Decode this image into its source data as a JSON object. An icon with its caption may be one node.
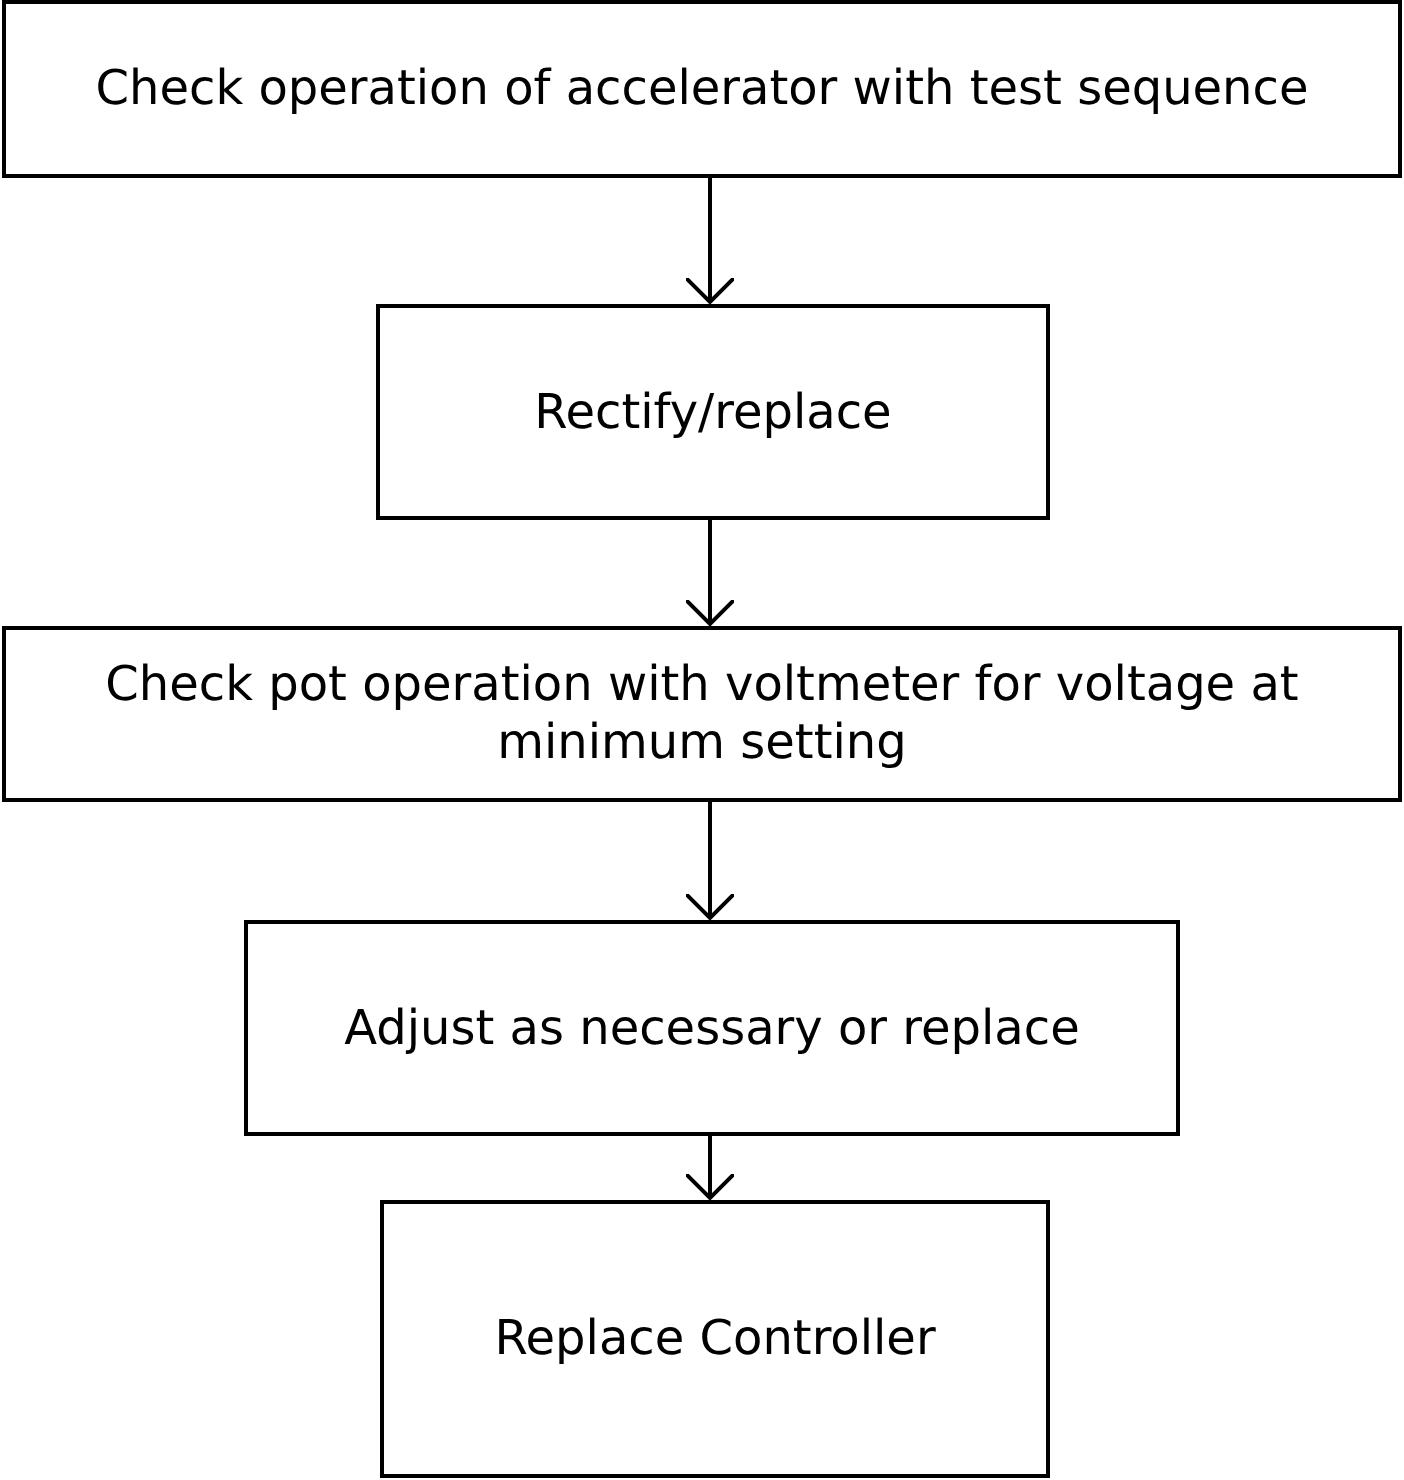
{
  "diagram": {
    "nodes": [
      {
        "text": [
          "Check operation of accelerator with test sequence"
        ]
      },
      {
        "text": [
          "Rectify/replace"
        ]
      },
      {
        "text": [
          "Check pot operation with voltmeter for voltage at minimum setting"
        ]
      },
      {
        "text": [
          "Adjust as necessary or replace"
        ]
      },
      {
        "text": [
          "Replace Controller"
        ]
      }
    ],
    "edges": [
      {
        "from": 0,
        "to": 1,
        "arrow": "to"
      },
      {
        "from": 1,
        "to": 2,
        "arrow": "to"
      },
      {
        "from": 2,
        "to": 3,
        "arrow": "to"
      },
      {
        "from": 3,
        "to": 4,
        "arrow": "to"
      }
    ]
  }
}
